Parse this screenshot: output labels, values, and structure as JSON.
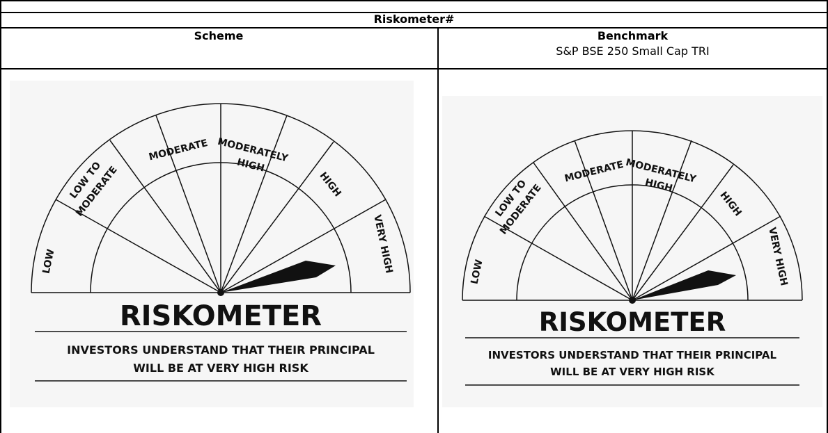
{
  "table": {
    "title": "Riskometer#",
    "scheme_header": "Scheme",
    "benchmark_header": "Benchmark",
    "benchmark_name": "S&P BSE 250 Small Cap TRI"
  },
  "riskometer": {
    "segments": [
      "LOW",
      "LOW TO",
      "MODERATE",
      "MODERATE",
      "MODERATELY",
      "HIGH",
      "HIGH",
      "VERY HIGH"
    ],
    "heading": "RISKOMETER",
    "line1": "INVESTORS UNDERSTAND THAT THEIR PRINCIPAL",
    "line2": "WILL BE AT VERY HIGH RISK",
    "level": "VERY HIGH"
  }
}
